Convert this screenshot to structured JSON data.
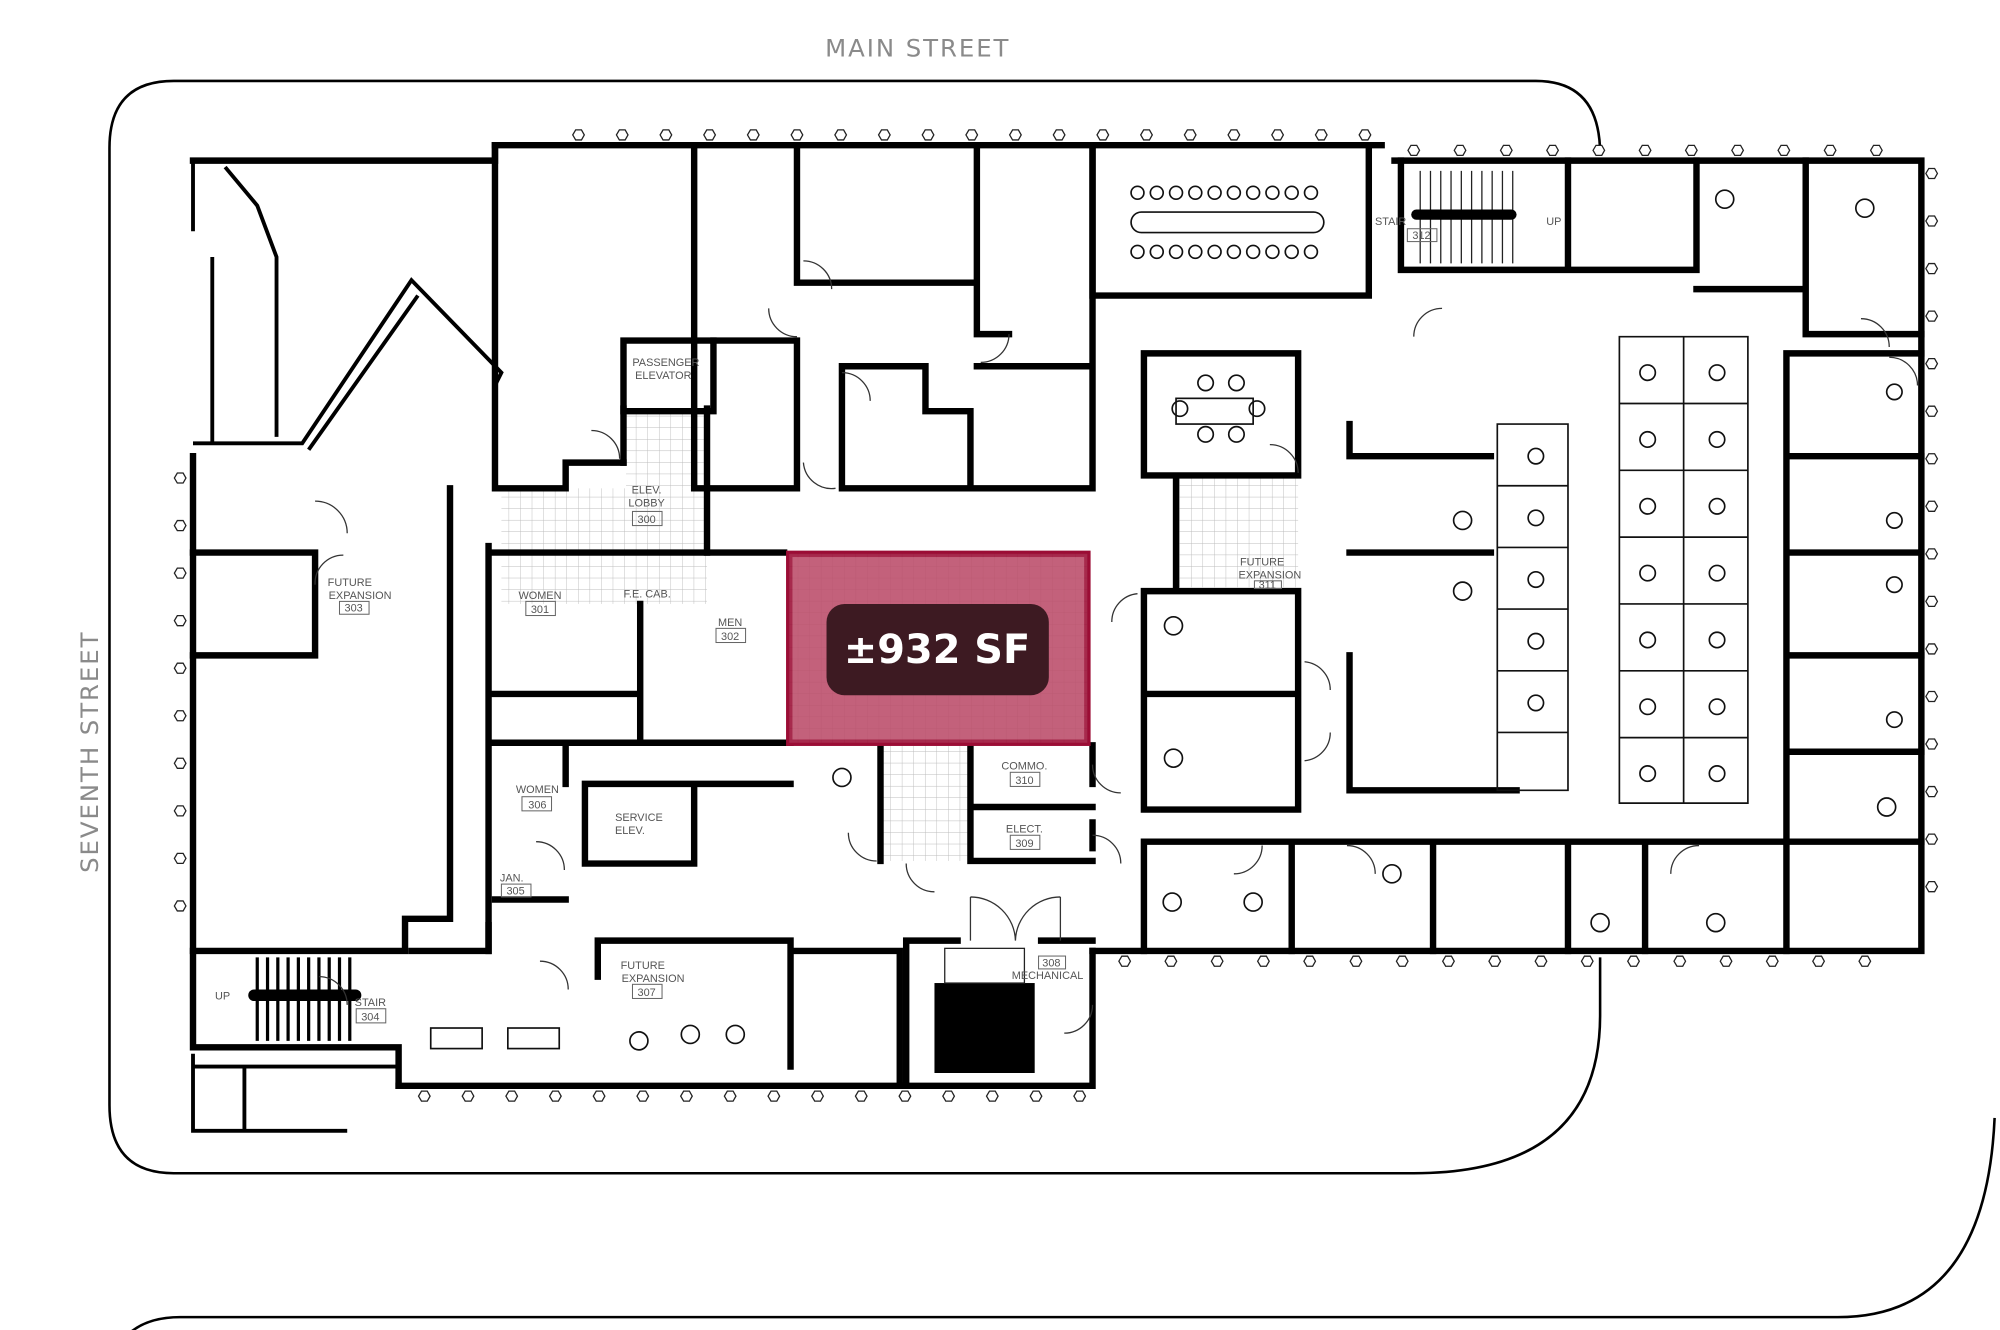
{
  "streets": {
    "top": "MAIN STREET",
    "left": "SEVENTH STREET"
  },
  "highlight": {
    "area_label": "±932 SF",
    "fill_color": "#a8193f",
    "border_color": "#9b0d35",
    "badge_color": "#3d1a22"
  },
  "rooms": {
    "passenger_elevator": {
      "line1": "PASSENGER",
      "line2": "ELEVATOR"
    },
    "elev_lobby": {
      "line1": "ELEV.",
      "line2": "LOBBY",
      "number": "300"
    },
    "women_301": {
      "line1": "WOMEN",
      "number": "301"
    },
    "men_302": {
      "line1": "MEN",
      "number": "302"
    },
    "future_303": {
      "line1": "FUTURE",
      "line2": "EXPANSION",
      "number": "303"
    },
    "stair_304": {
      "line1": "STAIR",
      "number": "304",
      "up": "UP"
    },
    "jan_305": {
      "line1": "JAN.",
      "number": "305"
    },
    "women_306": {
      "line1": "WOMEN",
      "number": "306"
    },
    "service_elevator": {
      "line1": "SERVICE",
      "line2": "ELEV."
    },
    "future_307": {
      "line1": "FUTURE",
      "line2": "EXPANSION",
      "number": "307"
    },
    "mechanical_308": {
      "line1": "MECHANICAL",
      "number": "308"
    },
    "elect_309": {
      "line1": "ELECT.",
      "number": "309"
    },
    "commo_310": {
      "line1": "COMMO.",
      "number": "310"
    },
    "future_311": {
      "line1": "FUTURE",
      "line2": "EXPANSION",
      "number": "311"
    },
    "stair_312": {
      "line1": "STAIR",
      "number": "312",
      "up": "UP"
    },
    "fe_cab": "F.E. CAB."
  }
}
